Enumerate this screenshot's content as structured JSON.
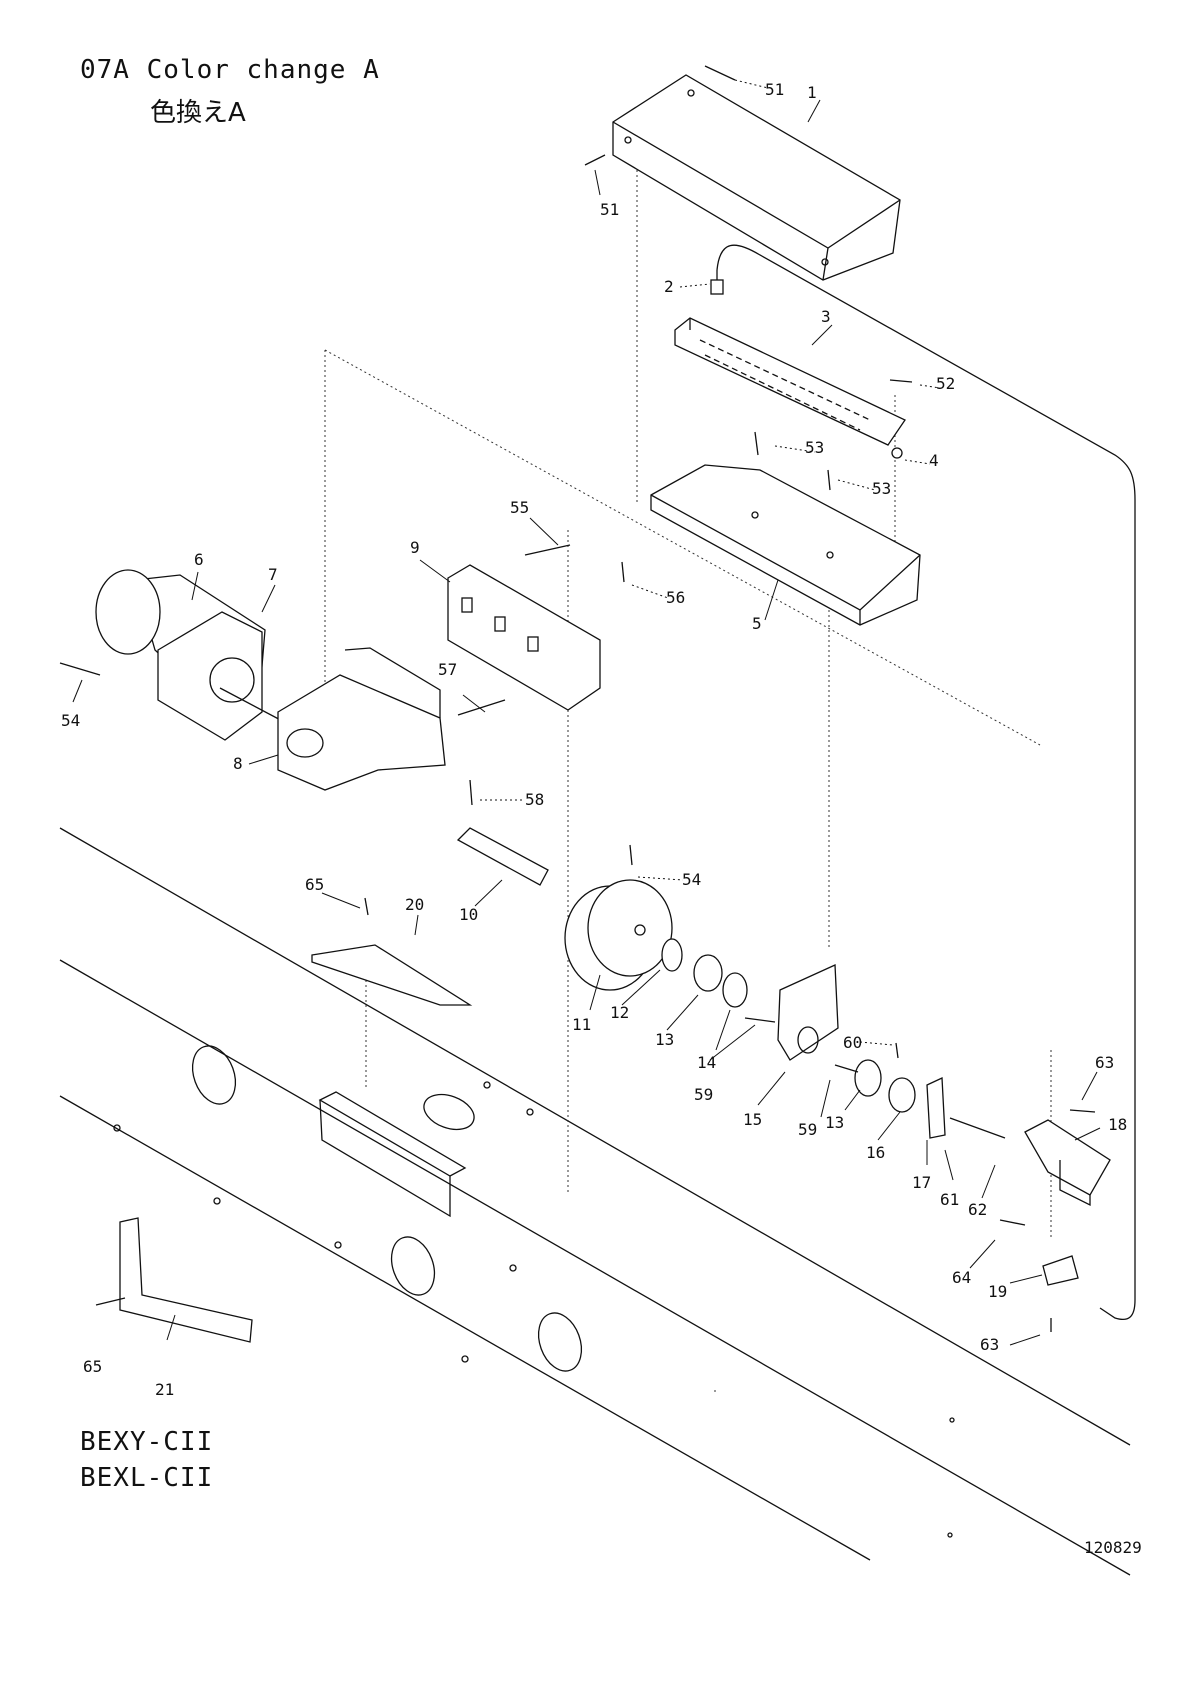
{
  "header": {
    "title": "07A  Color change A",
    "title_jp": "色換えA"
  },
  "footer": {
    "models": [
      "BEXY-CII",
      "BEXL-CII"
    ],
    "doc_number": "120829"
  },
  "callouts": [
    "51",
    "1",
    "51",
    "2",
    "3",
    "52",
    "53",
    "4",
    "53",
    "5",
    "55",
    "9",
    "56",
    "6",
    "7",
    "54",
    "57",
    "8",
    "58",
    "54",
    "65",
    "20",
    "10",
    "11",
    "12",
    "13",
    "14",
    "59",
    "60",
    "63",
    "15",
    "59",
    "13",
    "16",
    "17",
    "18",
    "61",
    "62",
    "64",
    "19",
    "63",
    "65",
    "21"
  ]
}
